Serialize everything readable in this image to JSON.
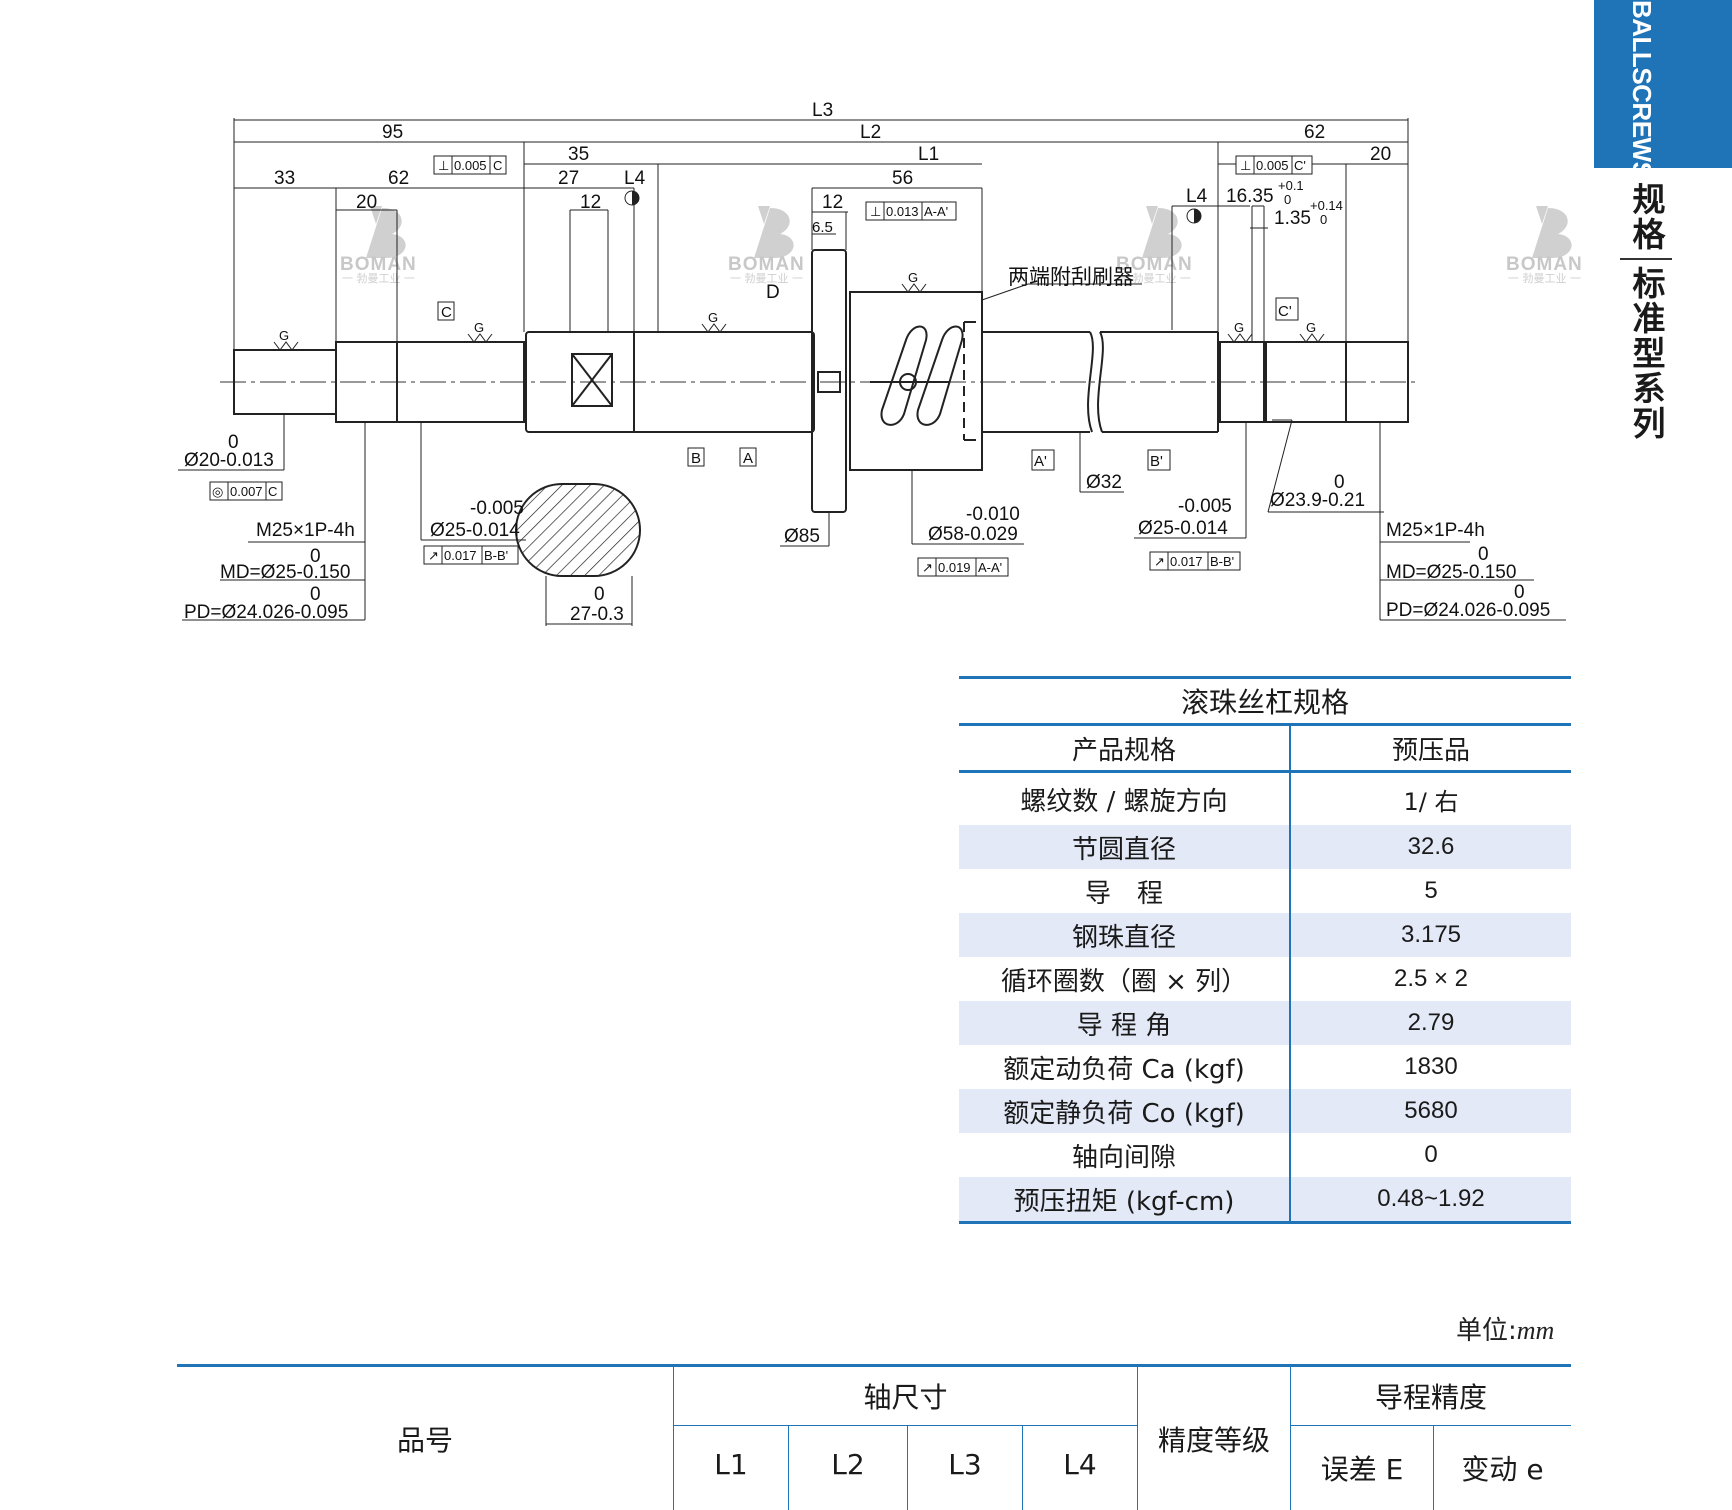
{
  "side_tab": {
    "label": "BALLSCREWS",
    "series_top": "规格",
    "series_bottom": "标准型系列"
  },
  "watermark": {
    "brand": "BOMAN",
    "sub": "一 勃曼工业 一"
  },
  "drawing": {
    "dims": {
      "L3": "L3",
      "L2": "L2",
      "L1": "L1",
      "L4a": "L4",
      "L4b": "L4",
      "d95": "95",
      "d62a": "62",
      "d62b": "62",
      "d33": "33",
      "d20a": "20",
      "d20b": "20",
      "d35": "35",
      "d27": "27",
      "d12a": "12",
      "d12b": "12",
      "d56": "56",
      "d65": "6.5",
      "d1635": "16.35",
      "d1635tol_up": "+0.1",
      "d1635tol_lo": "0",
      "d135": "1.35",
      "d135tol_up": "+0.14",
      "d135tol_lo": "0"
    },
    "tolerances": {
      "t1": "0.005",
      "t1ref": "C",
      "t2": "0.013",
      "t2ref": "A-A'",
      "t3": "0.005",
      "t3ref": "C'",
      "t4": "0.007",
      "t4ref": "C",
      "t5": "0.017",
      "t5ref": "B-B'",
      "t6": "0.019",
      "t6ref": "A-A'",
      "t7": "0.017",
      "t7ref": "B-B'"
    },
    "datums": {
      "C": "C",
      "Cp": "C'",
      "A": "A",
      "B": "B",
      "Ap": "A'",
      "Bp": "B'",
      "D": "D"
    },
    "finish": "G",
    "note": "两端附刮刷器",
    "labels": {
      "phi20_up": "0",
      "phi20": "Ø20-0.013",
      "m25_left": "M25×1P-4h",
      "md_left_up": "0",
      "md_left": "MD=Ø25-0.150",
      "pd_left_up": "0",
      "pd_left": "PD=Ø24.026-0.095",
      "phi25a_up": "-0.005",
      "phi25a": "Ø25-0.014",
      "w27_up": "0",
      "w27": "27-0.3",
      "phi85": "Ø85",
      "phi58_up": "-0.010",
      "phi58": "Ø58-0.029",
      "phi32": "Ø32",
      "phi25b_up": "-0.005",
      "phi25b": "Ø25-0.014",
      "phi239_up": "0",
      "phi239": "Ø23.9-0.21",
      "m25_right": "M25×1P-4h",
      "md_right_up": "0",
      "md_right": "MD=Ø25-0.150",
      "pd_right_up": "0",
      "pd_right": "PD=Ø24.026-0.095"
    }
  },
  "spec_table": {
    "title": "滚珠丝杠规格",
    "header": {
      "name": "产品规格",
      "value": "预压品"
    },
    "rows": [
      {
        "name": "螺纹数 / 螺旋方向",
        "value": "1/ 右"
      },
      {
        "name": "节圆直径",
        "value": "32.6"
      },
      {
        "name": "导　程",
        "value": "5"
      },
      {
        "name": "钢珠直径",
        "value": "3.175"
      },
      {
        "name": "循环圈数（圈 × 列）",
        "value": "2.5 × 2"
      },
      {
        "name": "导 程 角",
        "value": "2.79"
      },
      {
        "name": "额定动负荷 Ca (kgf)",
        "value": "1830"
      },
      {
        "name": "额定静负荷 Co (kgf)",
        "value": "5680"
      },
      {
        "name": "轴向间隙",
        "value": "0"
      },
      {
        "name": "预压扭矩 (kgf-cm)",
        "value": "0.48~1.92"
      }
    ]
  },
  "unit": {
    "label": "单位:",
    "value": "mm"
  },
  "bottom_table": {
    "part_no": "品号",
    "shaft": "轴尺寸",
    "grade": "精度等级",
    "lead_acc": "导程精度",
    "sub": [
      "L1",
      "L2",
      "L3",
      "L4",
      "误差 E",
      "变动 e"
    ]
  },
  "colors": {
    "accent": "#1f73b7",
    "shade": "#e3e9f6"
  }
}
